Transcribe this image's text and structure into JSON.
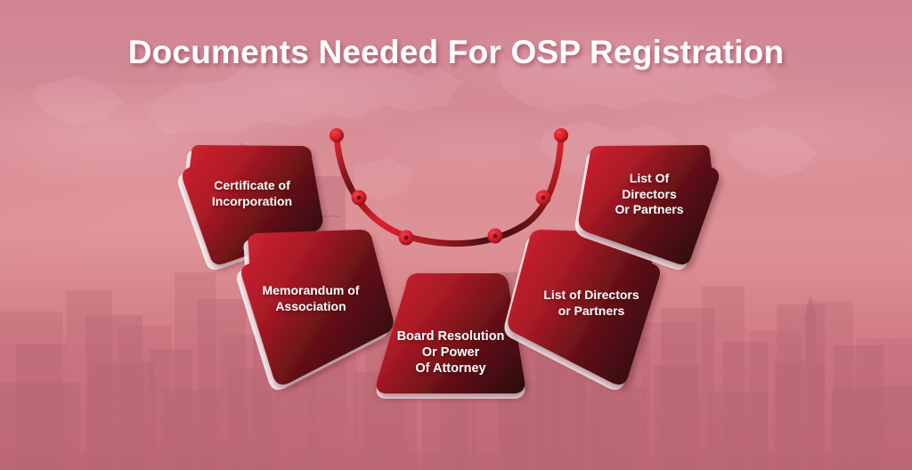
{
  "page": {
    "title": "Documents Needed For OSP Registration",
    "background_description": "city-skyline-sunset",
    "colors": {
      "accent_red": "#C4202E",
      "deep_maroon": "#3A1013",
      "background_pink": "#D4818E",
      "text_white": "#FFFFFF",
      "dot_red": "#D8202C"
    }
  },
  "cards": [
    {
      "id": "certificate-of-incorporation",
      "lines": [
        "Certificate of",
        "Incorporation"
      ],
      "text": "Certificate of\nIncorporation"
    },
    {
      "id": "memorandum-of-association",
      "lines": [
        "Memorandum of",
        "Association"
      ],
      "text": "Memorandum of\nAssociation"
    },
    {
      "id": "board-resolution-or-power-of-attorney",
      "lines": [
        "Board Resolution",
        "Or Power",
        "Of Attorney"
      ],
      "text": "Board Resolution\nOr Power\nOf Attorney"
    },
    {
      "id": "list-of-directors-or-partners-lower",
      "lines": [
        "List of Directors",
        "or Partners"
      ],
      "text": "List of Directors\nor Partners"
    },
    {
      "id": "list-of-directors-or-partners-upper",
      "lines": [
        "List Of",
        "Directors",
        "Or Partners"
      ],
      "text": "List Of\nDirectors\nOr Partners"
    }
  ],
  "arc": {
    "description": "curved-connector-arc",
    "dot_count": 6
  }
}
